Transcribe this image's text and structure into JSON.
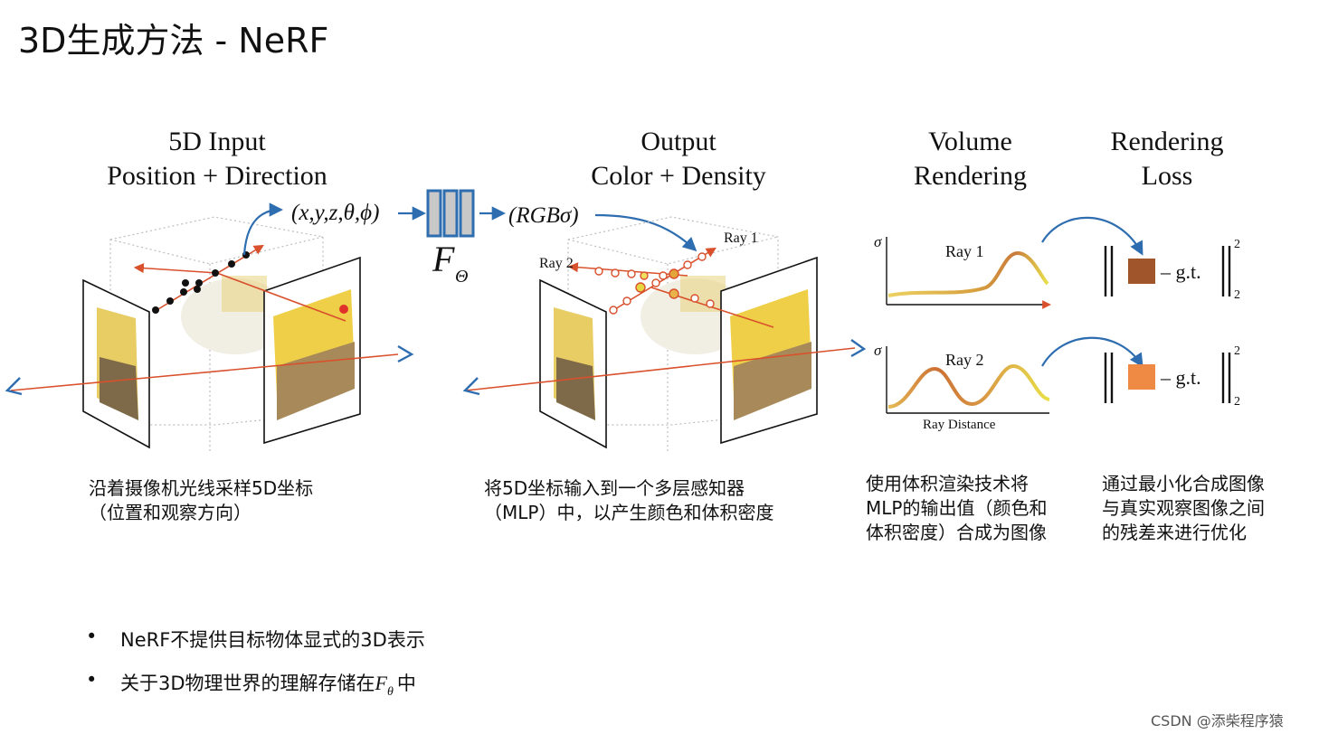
{
  "slide": {
    "title": "3D生成方法 - NeRF",
    "watermark": "CSDN @添柴程序猿"
  },
  "stages": {
    "input_title_1": "5D Input",
    "input_title_2": "Position + Direction",
    "output_title_1": "Output",
    "output_title_2": "Color + Density",
    "volume_title_1": "Volume",
    "volume_title_2": "Rendering",
    "loss_title_1": "Rendering",
    "loss_title_2": "Loss"
  },
  "formula": {
    "input_tuple": "(x,y,z,θ,ϕ)",
    "output_tuple": "(RGBσ)",
    "network_symbol": "F",
    "network_subscript": "Θ"
  },
  "rays": {
    "ray1": "Ray 1",
    "ray2": "Ray 2",
    "sigma": "σ",
    "distance_label": "Ray Distance",
    "gt": "– g.t.",
    "norm_sup": "2",
    "norm_sub": "2"
  },
  "captions": {
    "c1_line1": "沿着摄像机光线采样5D坐标",
    "c1_line2": "（位置和观察方向）",
    "c2_line1": "将5D坐标输入到一个多层感知器",
    "c2_line2": "（MLP）中，以产生颜色和体积密度",
    "c3_line1": "使用体积渲染技术将",
    "c3_line2": "MLP的输出值（颜色和",
    "c3_line3": "体积密度）合成为图像",
    "c4_line1": "通过最小化合成图像",
    "c4_line2": "与真实观察图像之间",
    "c4_line3": "的残差来进行优化"
  },
  "bullets": {
    "b1": "NeRF不提供目标物体显式的3D表示",
    "b2_prefix": "关于3D物理世界的理解存储在",
    "b2_symbol": "F",
    "b2_subscript": "θ",
    "b2_suffix": "中",
    "marker": "•"
  },
  "colors": {
    "ray_red": "#d9502c",
    "arrow_blue": "#2e6db0",
    "network_fill": "#c8c8c8",
    "loss_dark": "#a0552a",
    "loss_light": "#ef8a45"
  }
}
